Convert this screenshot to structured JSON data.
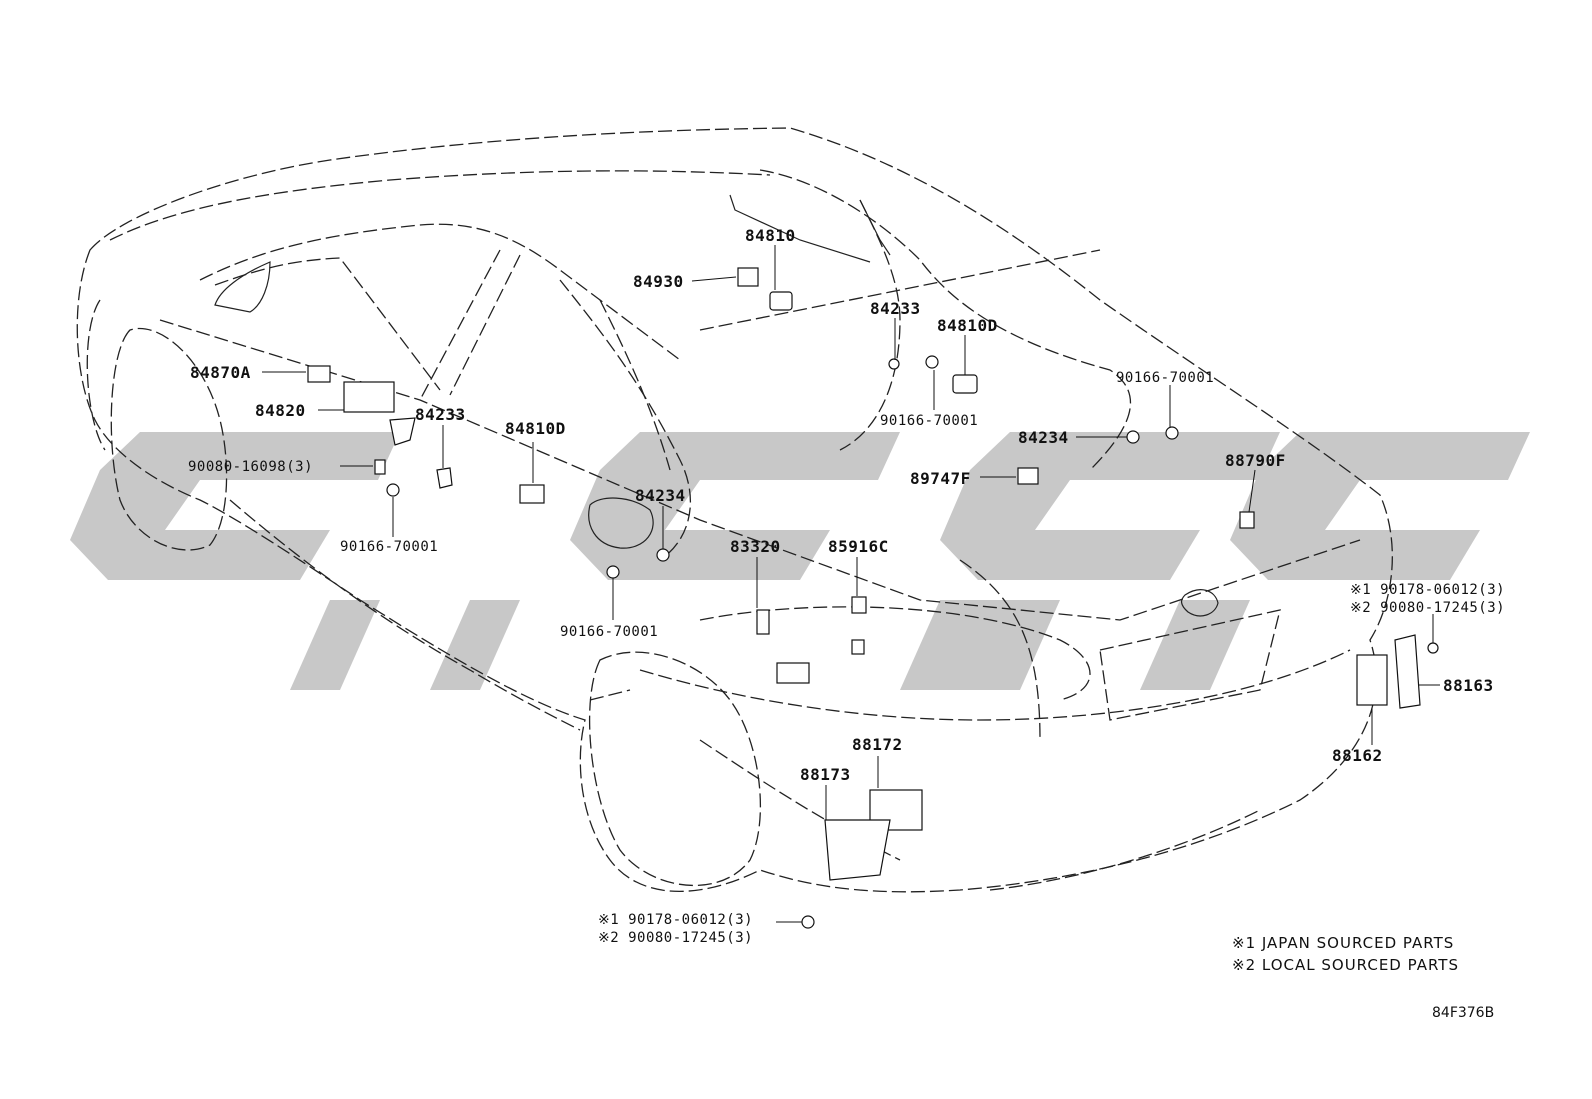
{
  "diagram": {
    "code": "84F376B",
    "footnotes": [
      "※1 JAPAN SOURCED PARTS",
      "※2 LOCAL SOURCED PARTS"
    ],
    "labels": {
      "p84810": "84810",
      "p84930": "84930",
      "p84233_top": "84233",
      "p84810D_top": "84810D",
      "p90166_top": "90166-70001",
      "p90166_right": "90166-70001",
      "p84234_right": "84234",
      "p89747F": "89747F",
      "p88790F": "88790F",
      "p84870A": "84870A",
      "p84820": "84820",
      "p84233_left": "84233",
      "p90080_16098": "90080-16098(3)",
      "p90166_left": "90166-70001",
      "p84810D_mid": "84810D",
      "p84234_mid": "84234",
      "p90166_mid": "90166-70001",
      "p83320": "83320",
      "p85916C": "85916C",
      "p88172": "88172",
      "p88173": "88173",
      "p88163": "88163",
      "p88162": "88162",
      "p_bot_1": "※1 90178-06012(3)",
      "p_bot_2": "※2 90080-17245(3)",
      "p_right_1": "※1 90178-06012(3)",
      "p_right_2": "※2 90080-17245(3)"
    }
  }
}
